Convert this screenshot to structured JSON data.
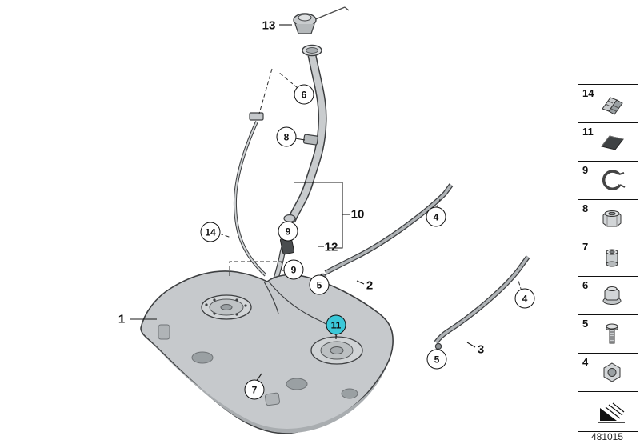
{
  "figure": {
    "part_number": "481015"
  },
  "style": {
    "highlight_color": "#3bc8d8"
  },
  "callouts": {
    "circled": [
      {
        "label": "6"
      },
      {
        "label": "8"
      },
      {
        "label": "14"
      },
      {
        "label": "9"
      },
      {
        "label": "9"
      },
      {
        "label": "4"
      },
      {
        "label": "5"
      },
      {
        "label": "4"
      },
      {
        "label": "5"
      },
      {
        "label": "7"
      },
      {
        "label": "11",
        "highlighted": true
      }
    ],
    "plain": [
      {
        "label": "13"
      },
      {
        "label": "10"
      },
      {
        "label": "12"
      },
      {
        "label": "2"
      },
      {
        "label": "1"
      },
      {
        "label": "3"
      }
    ]
  },
  "legend": {
    "items": [
      {
        "label": "14",
        "icon": "clamp-icon"
      },
      {
        "label": "11",
        "icon": "pad-icon"
      },
      {
        "label": "9",
        "icon": "band-clamp-icon"
      },
      {
        "label": "8",
        "icon": "plastic-nut-icon"
      },
      {
        "label": "7",
        "icon": "bushing-icon"
      },
      {
        "label": "6",
        "icon": "flange-nut-icon"
      },
      {
        "label": "5",
        "icon": "screw-icon"
      },
      {
        "label": "4",
        "icon": "hex-nut-icon"
      }
    ],
    "footer_icon": "direction-arrow-icon"
  }
}
